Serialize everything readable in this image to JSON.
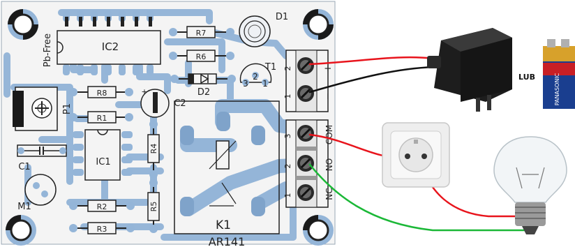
{
  "board": {
    "name": "AR141",
    "silk_text": "Pb-Free",
    "components": {
      "ic2": "IC2",
      "ic1": "IC1",
      "d1": "D1",
      "d2": "D2",
      "t1": "T1",
      "k1": "K1",
      "c1": "C1",
      "c2": "C2",
      "p1": "P1",
      "m1": "M1",
      "r1": "R1",
      "r2": "R2",
      "r3": "R3",
      "r4": "R4",
      "r5": "R5",
      "r6": "R6",
      "r7": "R7",
      "r8": "R8"
    },
    "t1_pins": [
      "3",
      "2",
      "1"
    ],
    "power_terminal": {
      "pins": [
        "2",
        "1"
      ],
      "polarity": [
        "+",
        "−"
      ]
    },
    "relay_terminal": {
      "pins": [
        "3",
        "2",
        "1"
      ],
      "labels": [
        "COM",
        "NO",
        "NC"
      ]
    }
  },
  "external": {
    "battery_label": "LUB",
    "battery_brand": "PANASONIC"
  },
  "colors": {
    "pcb_bg": "#f3f3f3",
    "trace": "#94b5d8",
    "trace_dark": "#7fa3ca",
    "silk": "#2b2b2b",
    "wire_red": "#e8141c",
    "wire_black": "#111111",
    "wire_green": "#1bb837"
  }
}
